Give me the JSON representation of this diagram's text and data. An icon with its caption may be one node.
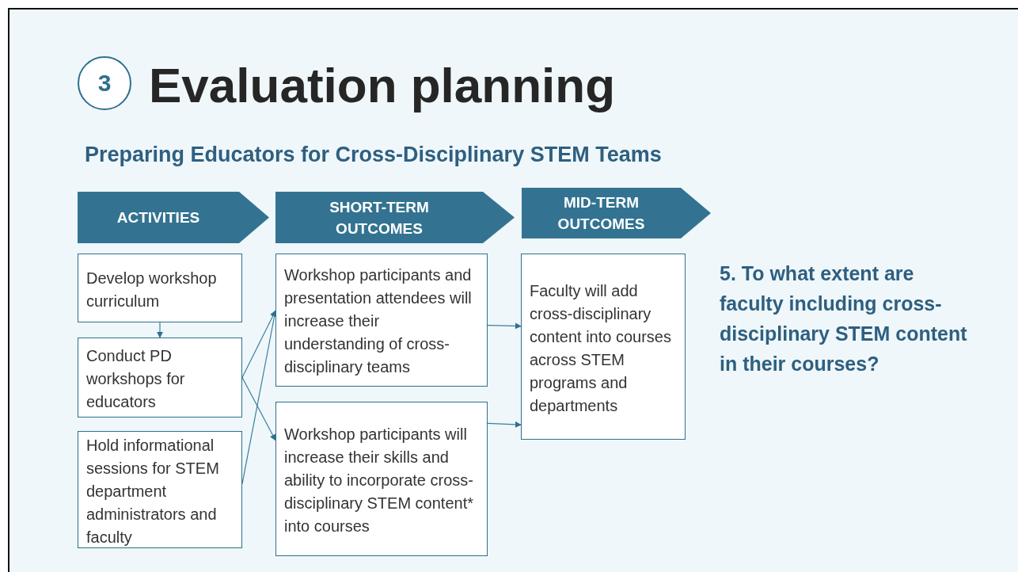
{
  "diagram": {
    "title": "Evaluation planning",
    "nodes": [
      {
        "text": [
          "3"
        ]
      },
      {
        "text": [
          "ACTIVITIES"
        ]
      },
      {
        "text": [
          "SHORT-TERM OUTCOMES"
        ]
      },
      {
        "text": [
          "MID-TERM OUTCOMES"
        ]
      },
      {
        "text": [
          "Develop workshop curriculum"
        ]
      },
      {
        "text": [
          "Conduct PD workshops for educators"
        ]
      },
      {
        "text": [
          "Hold informational sessions for STEM department administrators and faculty"
        ]
      },
      {
        "text": [
          "Workshop participants and presentation attendees will increase their understanding of cross-disciplinary teams"
        ]
      },
      {
        "text": [
          "Workshop participants will increase their skills and ability to incorporate cross-disciplinary STEM content* into courses"
        ]
      },
      {
        "text": [
          "Faculty will add cross-disciplinary content into courses across STEM programs and departments"
        ]
      }
    ],
    "edges": [
      {
        "from": 4,
        "to": 5,
        "arrow": "to"
      },
      {
        "from": 5,
        "to": 7,
        "arrow": "to"
      },
      {
        "from": 5,
        "to": 8,
        "arrow": "to"
      },
      {
        "from": 6,
        "to": 7,
        "arrow": "to"
      },
      {
        "from": 7,
        "to": 9,
        "arrow": "to"
      },
      {
        "from": 8,
        "to": 9,
        "arrow": "to"
      }
    ],
    "labels": [
      "Preparing Educators for Cross-Disciplinary STEM Teams",
      "5. To what extent are faculty including cross-disciplinary STEM content in their courses?"
    ]
  }
}
